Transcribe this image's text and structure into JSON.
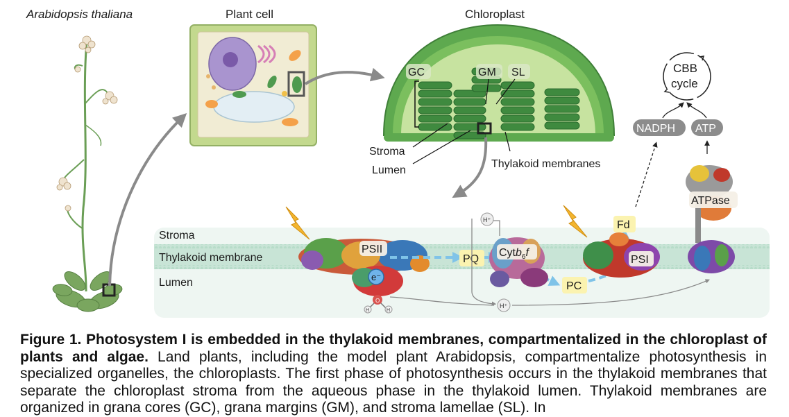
{
  "figure": {
    "species": "Arabidopsis thaliana",
    "plant_cell": "Plant cell",
    "chloroplast": "Chloroplast",
    "gc": "GC",
    "gm": "GM",
    "sl": "SL",
    "stroma_chloro": "Stroma",
    "lumen_chloro": "Lumen",
    "thylakoid_membranes": "Thylakoid membranes",
    "cbb_line1": "CBB",
    "cbb_line2": "cycle",
    "nadph": "NADPH",
    "atp": "ATP",
    "stroma": "Stroma",
    "thylakoid_membrane": "Thylakoid membrane",
    "lumen": "Lumen",
    "psii": "PSII",
    "pq": "PQ",
    "cyt_prefix": "Cyt",
    "cyt_b": "b",
    "cyt_sub": "6",
    "cyt_f": "f",
    "pc": "PC",
    "fd": "Fd",
    "psi": "PSI",
    "atpase": "ATPase",
    "electron": "e⁻",
    "proton": "H⁺",
    "h": "H",
    "o": "O"
  },
  "caption": {
    "title": "Figure 1. Photosystem I is embedded in the thylakoid membranes, compartmentalized in the chloroplast of plants and algae.",
    "body": " Land plants, including the model plant Arabidopsis, compartmentalize photosynthesis in specialized organelles, the chloroplasts. The first phase of photosynthesis occurs in the thylakoid membranes that separate the chloroplast stroma from the aqueous phase in the thylakoid lumen. Thylakoid membranes are organized in grana cores (GC), grana margins (GM), and stroma lamellae (SL). In"
  }
}
